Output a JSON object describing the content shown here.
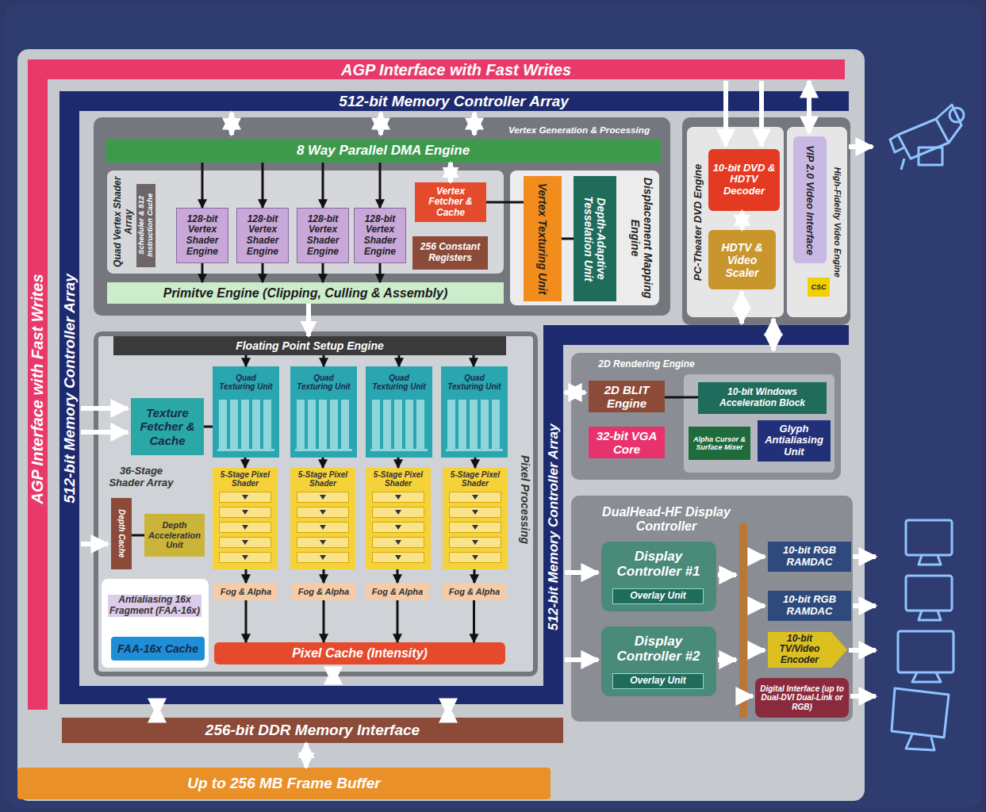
{
  "diagram": {
    "nodes": [
      {
        "text": [
          "AGP Interface with Fast Writes",
          "AGP Interface with Fast Writes"
        ]
      },
      {
        "text": [
          "512-bit Memory Controller Array",
          "512-bit Memory Controller Array",
          "512-bit Memory Controller Array"
        ],
        "in": 0
      },
      {
        "text": [
          "Vertex Generation & Processing"
        ],
        "in": 1
      },
      {
        "text": [
          "8 Way Parallel DMA Engine"
        ],
        "in": 2
      },
      {
        "text": [
          "Quad Vertex Shader Array"
        ],
        "in": 2
      },
      {
        "text": [
          "Scheduler & 512 Instruction Cache"
        ],
        "in": 4
      },
      {
        "text": [
          "128-bit Vertex Shader Engine"
        ],
        "in": 4
      },
      {
        "text": [
          "128-bit Vertex Shader Engine"
        ],
        "in": 4
      },
      {
        "text": [
          "128-bit Vertex Shader Engine"
        ],
        "in": 4
      },
      {
        "text": [
          "128-bit Vertex Shader Engine"
        ],
        "in": 4
      },
      {
        "text": [
          "Vertex Fetcher & Cache"
        ],
        "in": 4
      },
      {
        "text": [
          "256 Constant Registers"
        ],
        "in": 4
      },
      {
        "text": [
          "Primitve Engine (Clipping, Culling & Assembly)"
        ],
        "in": 2
      },
      {
        "text": [
          "Displacement Mapping Engine"
        ],
        "in": 2
      },
      {
        "text": [
          "Vertex Texturing Unit"
        ],
        "in": 13
      },
      {
        "text": [
          "Depth-Adaptive Tesselation Unit"
        ],
        "in": 13
      },
      {
        "text": [
          "PC-Theater DVD Engine"
        ],
        "in": 1
      },
      {
        "text": [
          "10-bit DVD & HDTV Decoder"
        ],
        "in": 16
      },
      {
        "text": [
          "HDTV & Video Scaler"
        ],
        "in": 16
      },
      {
        "text": [
          "High-Fidelity Video Engine"
        ],
        "in": 1
      },
      {
        "text": [
          "VIP 2.0 Video Interface"
        ],
        "in": 19
      },
      {
        "text": [
          "CSC"
        ],
        "in": 19
      },
      {
        "text": [
          "Pixel Processing"
        ],
        "in": 1
      },
      {
        "text": [
          "Floating Point Setup Engine"
        ],
        "in": 22
      },
      {
        "text": [
          "Texture Fetcher & Cache"
        ],
        "in": 22
      },
      {
        "text": [
          "Quad Texturing Unit"
        ],
        "in": 22
      },
      {
        "text": [
          "Quad Texturing Unit"
        ],
        "in": 22
      },
      {
        "text": [
          "Quad Texturing Unit"
        ],
        "in": 22
      },
      {
        "text": [
          "Quad Texturing Unit"
        ],
        "in": 22
      },
      {
        "text": [
          "5-Stage Pixel Shader"
        ],
        "in": 22
      },
      {
        "text": [
          "5-Stage Pixel Shader"
        ],
        "in": 22
      },
      {
        "text": [
          "5-Stage Pixel Shader"
        ],
        "in": 22
      },
      {
        "text": [
          "5-Stage Pixel Shader"
        ],
        "in": 22
      },
      {
        "text": [
          "Depth Cache"
        ],
        "in": 22
      },
      {
        "text": [
          "Depth Acceleration Unit"
        ],
        "in": 22
      },
      {
        "text": [
          "Fog & Alpha"
        ],
        "in": 22
      },
      {
        "text": [
          "Fog & Alpha"
        ],
        "in": 22
      },
      {
        "text": [
          "Fog & Alpha"
        ],
        "in": 22
      },
      {
        "text": [
          "Fog & Alpha"
        ],
        "in": 22
      },
      {
        "text": [
          "Antialiasing 16x Fragment (FAA-16x)"
        ],
        "in": 22
      },
      {
        "text": [
          "FAA-16x Cache"
        ],
        "in": 39
      },
      {
        "text": [
          "Pixel Cache (Intensity)"
        ],
        "in": 22
      },
      {
        "text": [
          "2D Rendering Engine"
        ],
        "in": 0
      },
      {
        "text": [
          "2D BLIT Engine"
        ],
        "in": 42
      },
      {
        "text": [
          "32-bit VGA Core"
        ],
        "in": 42
      },
      {
        "text": [
          "10-bit Windows Acceleration Block"
        ],
        "in": 42
      },
      {
        "text": [
          "Alpha Cursor & Surface Mixer"
        ],
        "in": 42
      },
      {
        "text": [
          "Glyph Antialiasing Unit"
        ],
        "in": 42
      },
      {
        "text": [
          "DualHead-HF Display Controller"
        ],
        "in": 0
      },
      {
        "text": [
          "Display Controller #1"
        ],
        "in": 48
      },
      {
        "text": [
          "Overlay Unit"
        ],
        "in": 49
      },
      {
        "text": [
          "Display Controller #2"
        ],
        "in": 48
      },
      {
        "text": [
          "Overlay Unit"
        ],
        "in": 51
      },
      {
        "text": [
          "10-bit RGB RAMDAC"
        ],
        "in": 48
      },
      {
        "text": [
          "10-bit RGB RAMDAC"
        ],
        "in": 48
      },
      {
        "text": [
          "10-bit TV/Video Encoder"
        ],
        "in": 48
      },
      {
        "text": [
          "Digital Interface (up to Dual-DVI Dual-Link or RGB)"
        ],
        "in": 48
      },
      {
        "text": [
          "256-bit DDR Memory Interface"
        ],
        "in": 0
      },
      {
        "text": [
          "Up to 256 MB Frame Buffer"
        ]
      }
    ],
    "edges": [
      {
        "from": 3,
        "to": 6,
        "arrow": "to"
      },
      {
        "from": 3,
        "to": 7,
        "arrow": "to"
      },
      {
        "from": 3,
        "to": 8,
        "arrow": "to"
      },
      {
        "from": 3,
        "to": 9,
        "arrow": "to"
      },
      {
        "from": 6,
        "to": 12,
        "arrow": "to"
      },
      {
        "from": 7,
        "to": 12,
        "arrow": "to"
      },
      {
        "from": 8,
        "to": 12,
        "arrow": "to"
      },
      {
        "from": 9,
        "to": 12,
        "arrow": "to"
      },
      {
        "from": 12,
        "to": 23,
        "arrow": "to"
      },
      {
        "from": 3,
        "to": 10,
        "arrow": "both"
      },
      {
        "from": 10,
        "to": 14,
        "arrow": "none"
      },
      {
        "from": 14,
        "to": 15,
        "arrow": "none"
      },
      {
        "from": 23,
        "to": 25,
        "arrow": "to"
      },
      {
        "from": 23,
        "to": 26,
        "arrow": "to"
      },
      {
        "from": 23,
        "to": 27,
        "arrow": "to"
      },
      {
        "from": 23,
        "to": 28,
        "arrow": "to"
      },
      {
        "from": 25,
        "to": 29,
        "arrow": "to"
      },
      {
        "from": 26,
        "to": 30,
        "arrow": "to"
      },
      {
        "from": 27,
        "to": 31,
        "arrow": "to"
      },
      {
        "from": 28,
        "to": 32,
        "arrow": "to"
      },
      {
        "from": 29,
        "to": 35,
        "arrow": "to"
      },
      {
        "from": 30,
        "to": 36,
        "arrow": "to"
      },
      {
        "from": 31,
        "to": 37,
        "arrow": "to"
      },
      {
        "from": 32,
        "to": 38,
        "arrow": "to"
      },
      {
        "from": 35,
        "to": 41,
        "arrow": "to"
      },
      {
        "from": 36,
        "to": 41,
        "arrow": "to"
      },
      {
        "from": 37,
        "to": 41,
        "arrow": "to"
      },
      {
        "from": 38,
        "to": 41,
        "arrow": "to"
      },
      {
        "from": 24,
        "to": 25,
        "arrow": "none"
      },
      {
        "from": 33,
        "to": 34,
        "arrow": "none"
      },
      {
        "from": 17,
        "to": 18,
        "arrow": "both"
      },
      {
        "from": 43,
        "to": 45,
        "arrow": "none"
      },
      {
        "from": 57,
        "to": 58,
        "arrow": "both"
      }
    ],
    "labels": [
      "36-Stage Shader Array"
    ]
  }
}
